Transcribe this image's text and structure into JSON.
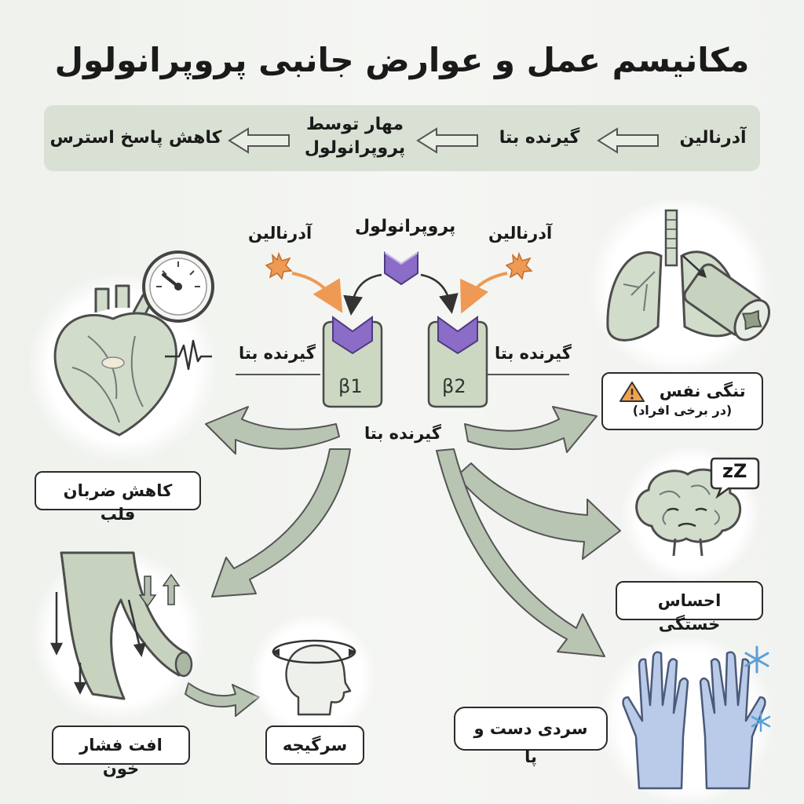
{
  "title": "مکانیسم عمل و عوارض جانبی پروپرانولول",
  "flow": {
    "step1": "آدرنالین",
    "step2": "گیرنده بتا",
    "step3_line1": "مهار توسط",
    "step3_line2": "پروپرانولول",
    "step4": "کاهش پاسخ استرس"
  },
  "mechanism": {
    "drug": "پروپرانولول",
    "adrenaline_left": "آدرنالین",
    "adrenaline_right": "آدرنالین",
    "receptor_left_label": "گیرنده بتا",
    "receptor_right_label": "گیرنده بتا",
    "receptor_bottom_label": "گیرنده بتا",
    "beta1": "β1",
    "beta2": "β2"
  },
  "effects": {
    "heart_rate": "کاهش ضربان قلب",
    "blood_pressure": "افت فشار خون",
    "dizziness": "سرگیجه",
    "breath_title": "تنگی نفس",
    "breath_note": "(در برخی افراد)",
    "fatigue": "احساس خستگی",
    "cold_limbs": "سردی دست و پا",
    "sleep_text": "zZ"
  },
  "colors": {
    "receptor": "#cdd8c3",
    "drug": "#8b6cc7",
    "adrenaline": "#ee9a55",
    "flow_arrow": "#b9c5b3"
  }
}
